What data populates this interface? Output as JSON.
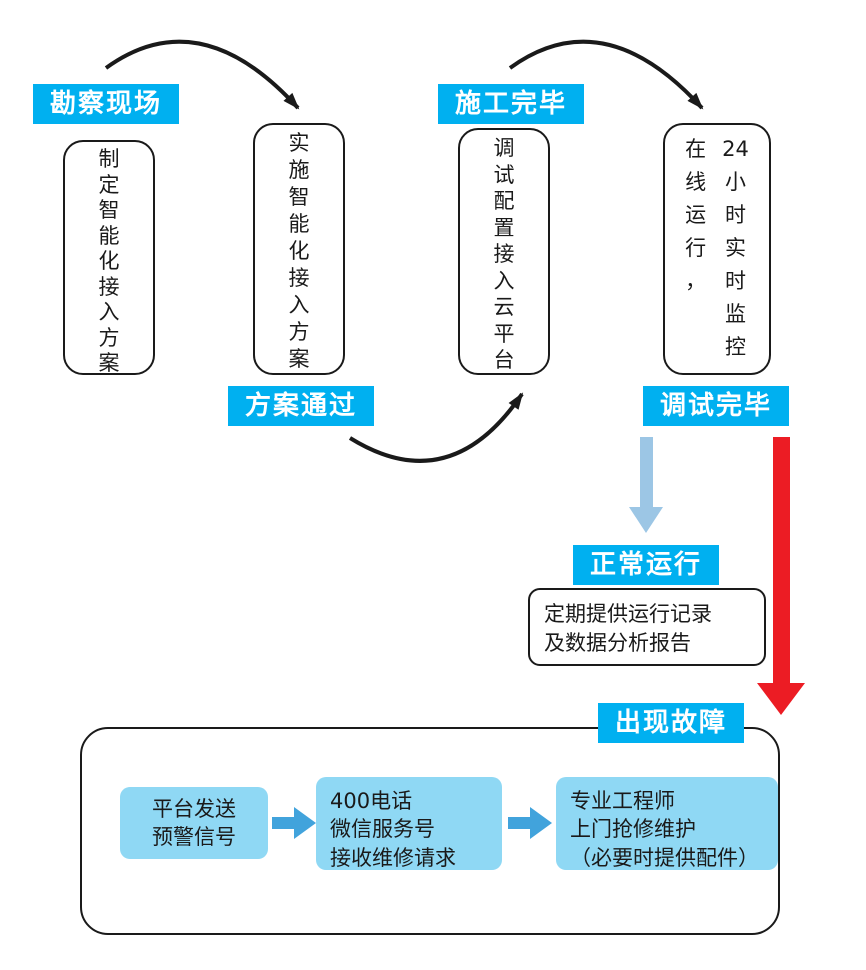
{
  "colors": {
    "label_bg": "#00b0f0",
    "label_text": "#ffffff",
    "box_fill": "#8fd8f4",
    "arrow_blue": "#41a3dc",
    "arrow_light_blue": "#9cc6e5",
    "arrow_red": "#ec1c24",
    "line_black": "#1a1a1a"
  },
  "stage_labels": {
    "survey_site": "勘察现场",
    "plan_approved": "方案通过",
    "construction_complete": "施工完毕",
    "debugging_complete": "调试完毕",
    "normal_operation": "正常运行",
    "fault_occurs": "出现故障"
  },
  "process_boxes": {
    "make_plan": "制\n定\n智\n能\n化\n接\n入\n方\n案",
    "implement_plan": "实\n施\n智\n能\n化\n接\n入\n方\n案",
    "debug_cloud": "调\n试\n配\n置\n接\n入\n云\n平\n台",
    "monitor_left_col": "在\n线\n运\n行\n，",
    "monitor_right_col": "24\n小\n时\n实\n时\n监\n控"
  },
  "report_box": "定期提供运行记录\n及数据分析报告",
  "fault_flow": {
    "step1": "平台发送\n预警信号",
    "step2": "400电话\n微信服务号\n接收维修请求",
    "step3": "专业工程师\n上门抢修维护\n（必要时提供配件）"
  }
}
